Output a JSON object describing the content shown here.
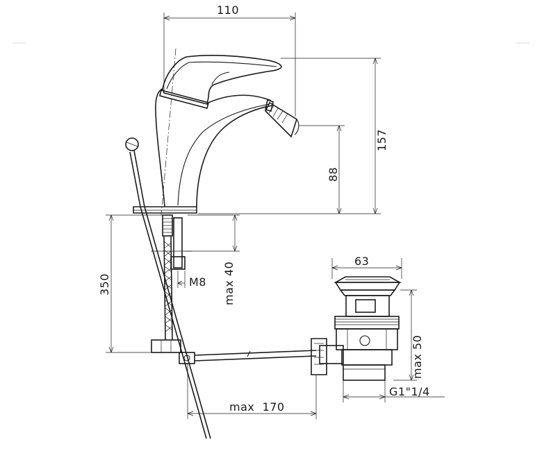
{
  "dimensions": {
    "width_top": "110",
    "height_total": "157",
    "spout_height": "88",
    "hose_length": "350",
    "max_shank": "max 40",
    "thread": "M8",
    "waste_width": "63",
    "waste_height": "max 50",
    "waste_thread": "G1\"1/4",
    "rod_length": "max  170"
  }
}
